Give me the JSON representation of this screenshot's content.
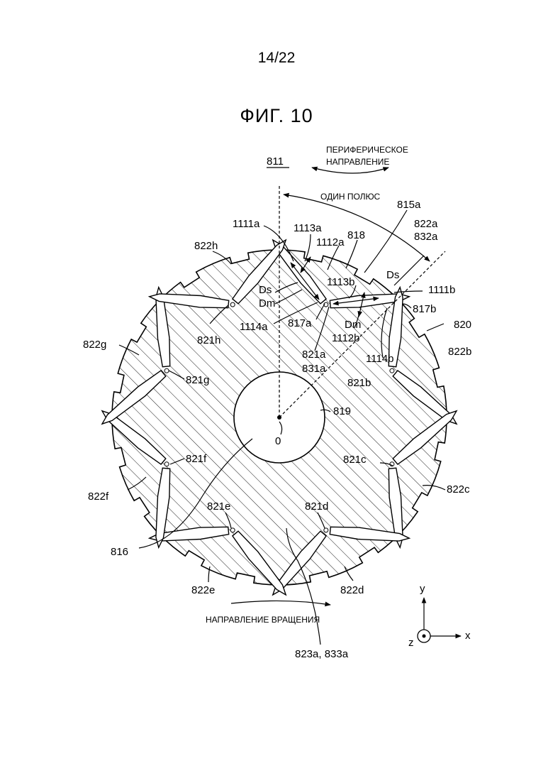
{
  "page": {
    "number": "14/22",
    "figure_title": "ФИГ. 10"
  },
  "labels": {
    "ref_811": "811",
    "peripheral_1": "ПЕРИФЕРИЧЕСКОЕ",
    "peripheral_2": "НАПРАВЛЕНИЕ",
    "one_pole": "ОДИН ПОЛЮС",
    "ref_815a": "815a",
    "ref_822a": "822a",
    "ref_832a": "832a",
    "ref_818": "818",
    "ref_1111a": "1111a",
    "ref_1113a": "1113a",
    "ref_1112a": "1112a",
    "ref_822h": "822h",
    "ref_ds_left": "Ds",
    "ref_dm_left": "Dm",
    "ref_1113b": "1113b",
    "ref_ds_right": "Ds",
    "ref_1111b": "1111b",
    "ref_817b": "817b",
    "ref_dm_right": "Dm",
    "ref_1114a": "1114a",
    "ref_817a": "817a",
    "ref_1112b": "1112b",
    "ref_821h": "821h",
    "ref_820": "820",
    "ref_822g": "822g",
    "ref_821a": "821a",
    "ref_831a": "831a",
    "ref_1114b": "1114b",
    "ref_822b": "822b",
    "ref_821g": "821g",
    "ref_821b": "821b",
    "ref_819": "819",
    "ref_0": "0",
    "ref_821f": "821f",
    "ref_821c": "821c",
    "ref_822f": "822f",
    "ref_822c": "822c",
    "ref_821e": "821e",
    "ref_821d": "821d",
    "ref_816": "816",
    "ref_822e": "822e",
    "ref_822d": "822d",
    "rotation": "НАПРАВЛЕНИЕ ВРАЩЕНИЯ",
    "ref_823a_833a": "823a, 833a",
    "axis_y": "y",
    "axis_x": "x",
    "axis_z": "z"
  }
}
